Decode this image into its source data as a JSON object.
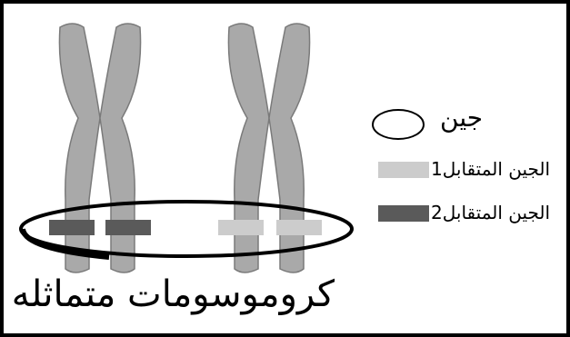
{
  "caption": "كروموسومات متماثله",
  "legend": {
    "gene_label": "جين",
    "allele1_label": "الجين المتقابل1",
    "allele2_label": "الجين المتقابل2"
  },
  "colors": {
    "chromosome": "#a9a9a9",
    "allele1": "#cccccc",
    "allele2": "#5a5a5a",
    "outline": "#000000"
  }
}
